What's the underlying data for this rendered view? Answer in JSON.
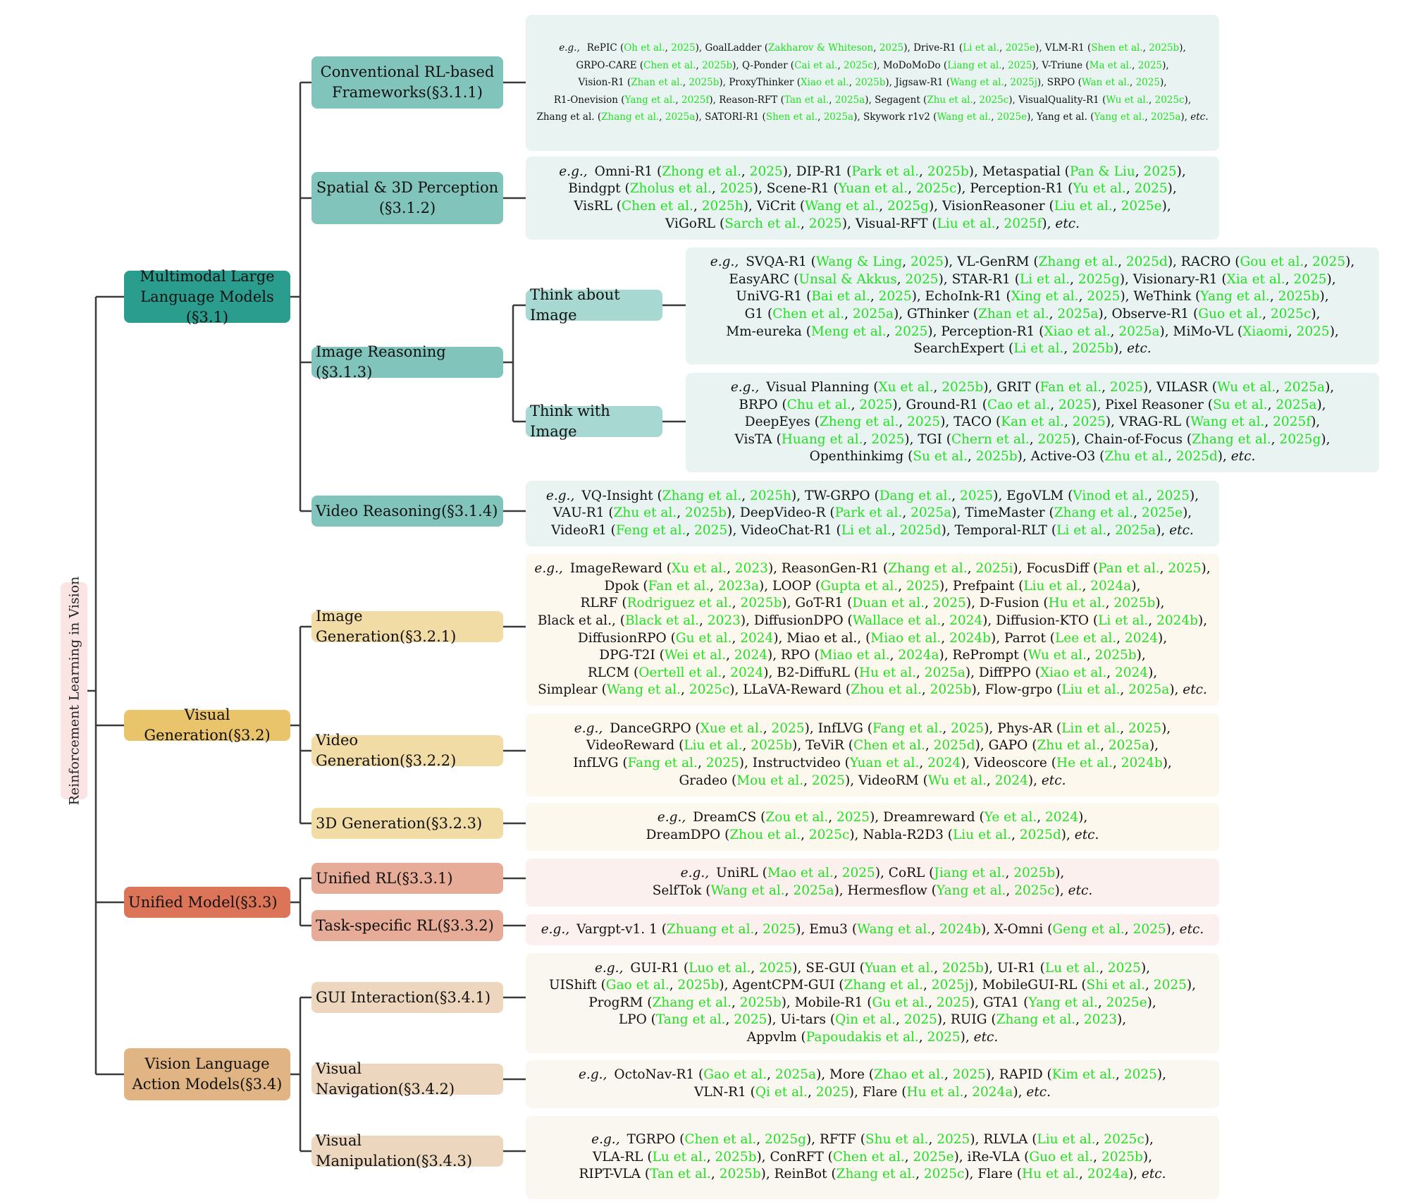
{
  "root_label": "Reinforcement Learning in Vision",
  "eg_label": "e.g.,",
  "etc_label": "etc.",
  "colors": {
    "teal_dark": "#2a9d8f",
    "teal_mid": "#80c4bb",
    "teal_light": "#a8d8d2",
    "teal_leaf": "#e9f4f2",
    "gold_dark": "#e9c46a",
    "gold_mid": "#f2dca6",
    "gold_leaf": "#fdf8ee",
    "red_dark": "#dc7458",
    "red_mid": "#e6ac98",
    "red_leaf": "#fbf0ed",
    "tan_dark": "#e0b583",
    "tan_mid": "#ecd6bd",
    "tan_leaf": "#faf6f0",
    "citation": "#22e022",
    "line": "#3a3a3a",
    "root_bg": "#fbe4e4"
  },
  "level1": {
    "mllm": "Multimodal Large Language Models (§3.1)",
    "vgen": "Visual Generation(§3.2)",
    "unified": "Unified Model(§3.3)",
    "vla": "Vision Language Action Models(§3.4)"
  },
  "level2": {
    "conv": "Conventional RL-based Frameworks(§3.1.1)",
    "spatial": "Spatial & 3D Perception (§3.1.2)",
    "imgreason": "Image Reasoning (§3.1.3)",
    "vidreason": "Video Reasoning(§3.1.4)",
    "imggen": "Image Generation(§3.2.1)",
    "vidgen": "Video Generation(§3.2.2)",
    "gen3d": "3D Generation(§3.2.3)",
    "unirl": "Unified RL(§3.3.1)",
    "taskrl": "Task-specific RL(§3.3.2)",
    "gui": "GUI Interaction(§3.4.1)",
    "nav": "Visual Navigation(§3.4.2)",
    "manip": "Visual Manipulation(§3.4.3)"
  },
  "level3": {
    "think_about": "Think about Image",
    "think_with": "Think with Image"
  },
  "leaves": {
    "conv": [
      {
        "n": "RePIC",
        "c": "Oh et al., 2025"
      },
      {
        "n": "GoalLadder",
        "c": "Zakharov & Whiteson, 2025"
      },
      {
        "n": "Drive-R1",
        "c": "Li et al., 2025e"
      },
      {
        "n": "VLM-R1",
        "c": "Shen et al., 2025b"
      },
      {
        "n": "GRPO-CARE",
        "c": "Chen et al., 2025b"
      },
      {
        "n": "Q-Ponder",
        "c": "Cai et al., 2025c"
      },
      {
        "n": "MoDoMoDo",
        "c": "Liang et al., 2025"
      },
      {
        "n": "V-Triune",
        "c": "Ma et al., 2025"
      },
      {
        "n": "Vision-R1",
        "c": "Zhan et al., 2025b"
      },
      {
        "n": "ProxyThinker",
        "c": "Xiao et al., 2025b"
      },
      {
        "n": "Jigsaw-R1",
        "c": "Wang et al., 2025j"
      },
      {
        "n": "SRPO",
        "c": "Wan et al., 2025"
      },
      {
        "n": "R1-Onevision",
        "c": "Yang et al., 2025f"
      },
      {
        "n": "Reason-RFT",
        "c": "Tan et al., 2025a"
      },
      {
        "n": "Segagent",
        "c": "Zhu et al., 2025c"
      },
      {
        "n": "VisualQuality-R1",
        "c": "Wu et al., 2025c"
      },
      {
        "n": "Zhang et al.",
        "c": "Zhang et al., 2025a"
      },
      {
        "n": "SATORI-R1",
        "c": "Shen et al., 2025a"
      },
      {
        "n": "Skywork r1v2",
        "c": "Wang et al., 2025e"
      },
      {
        "n": "Yang et al.",
        "c": "Yang et al., 2025a"
      }
    ],
    "spatial": [
      {
        "n": "Omni-R1",
        "c": "Zhong et al., 2025"
      },
      {
        "n": "DIP-R1",
        "c": "Park et al., 2025b"
      },
      {
        "n": "Metaspatial",
        "c": "Pan & Liu, 2025"
      },
      {
        "n": "Bindgpt",
        "c": "Zholus et al., 2025"
      },
      {
        "n": "Scene-R1",
        "c": "Yuan et al., 2025c"
      },
      {
        "n": "Perception-R1",
        "c": "Yu et al., 2025"
      },
      {
        "n": "VisRL",
        "c": "Chen et al., 2025h"
      },
      {
        "n": "ViCrit",
        "c": "Wang et al., 2025g"
      },
      {
        "n": "VisionReasoner",
        "c": "Liu et al., 2025e"
      },
      {
        "n": "ViGoRL",
        "c": "Sarch et al., 2025"
      },
      {
        "n": "Visual-RFT",
        "c": "Liu et al., 2025f"
      }
    ],
    "think_about": [
      {
        "n": "SVQA-R1",
        "c": "Wang & Ling, 2025"
      },
      {
        "n": "VL-GenRM",
        "c": "Zhang et al., 2025d"
      },
      {
        "n": "RACRO",
        "c": "Gou et al., 2025"
      },
      {
        "n": "EasyARC",
        "c": "Unsal & Akkus, 2025"
      },
      {
        "n": "STAR-R1",
        "c": "Li et al., 2025g"
      },
      {
        "n": "Visionary-R1",
        "c": "Xia et al., 2025"
      },
      {
        "n": "UniVG-R1",
        "c": "Bai et al., 2025"
      },
      {
        "n": "EchoInk-R1",
        "c": "Xing et al., 2025"
      },
      {
        "n": "WeThink",
        "c": "Yang et al., 2025b"
      },
      {
        "n": "G1",
        "c": "Chen et al., 2025a"
      },
      {
        "n": "GThinker",
        "c": "Zhan et al., 2025a"
      },
      {
        "n": "Observe-R1",
        "c": "Guo et al., 2025c"
      },
      {
        "n": "Mm-eureka",
        "c": "Meng et al., 2025"
      },
      {
        "n": "Perception-R1",
        "c": "Xiao et al., 2025a"
      },
      {
        "n": "MiMo-VL",
        "c": "Xiaomi, 2025"
      },
      {
        "n": "SearchExpert",
        "c": "Li et al., 2025b"
      }
    ],
    "think_with": [
      {
        "n": "Visual Planning",
        "c": "Xu et al., 2025b"
      },
      {
        "n": "GRIT",
        "c": "Fan et al., 2025"
      },
      {
        "n": "VILASR",
        "c": "Wu et al., 2025a"
      },
      {
        "n": "BRPO",
        "c": "Chu et al., 2025"
      },
      {
        "n": "Ground-R1",
        "c": "Cao et al., 2025"
      },
      {
        "n": "Pixel Reasoner",
        "c": "Su et al., 2025a"
      },
      {
        "n": "DeepEyes",
        "c": "Zheng et al., 2025"
      },
      {
        "n": "TACO",
        "c": "Kan et al., 2025"
      },
      {
        "n": "VRAG-RL",
        "c": "Wang et al., 2025f"
      },
      {
        "n": "VisTA",
        "c": "Huang et al., 2025"
      },
      {
        "n": "TGI",
        "c": "Chern et al., 2025"
      },
      {
        "n": "Chain-of-Focus",
        "c": "Zhang et al., 2025g"
      },
      {
        "n": "Openthinkimg",
        "c": "Su et al., 2025b"
      },
      {
        "n": "Active-O3",
        "c": "Zhu et al., 2025d"
      }
    ],
    "vidreason": [
      {
        "n": "VQ-Insight",
        "c": "Zhang et al., 2025h"
      },
      {
        "n": "TW-GRPO",
        "c": "Dang et al., 2025"
      },
      {
        "n": "EgoVLM",
        "c": "Vinod et al., 2025"
      },
      {
        "n": "VAU-R1",
        "c": "Zhu et al., 2025b"
      },
      {
        "n": "DeepVideo-R",
        "c": "Park et al., 2025a"
      },
      {
        "n": "TimeMaster",
        "c": "Zhang et al., 2025e"
      },
      {
        "n": "VideoR1",
        "c": "Feng et al., 2025"
      },
      {
        "n": "VideoChat-R1",
        "c": "Li et al., 2025d"
      },
      {
        "n": "Temporal-RLT",
        "c": "Li et al., 2025a"
      }
    ],
    "imggen": [
      {
        "n": "ImageReward",
        "c": "Xu et al., 2023"
      },
      {
        "n": "ReasonGen-R1",
        "c": "Zhang et al., 2025i"
      },
      {
        "n": "FocusDiff",
        "c": "Pan et al., 2025"
      },
      {
        "n": "Dpok",
        "c": "Fan et al., 2023a"
      },
      {
        "n": "LOOP",
        "c": "Gupta et al., 2025"
      },
      {
        "n": "Prefpaint",
        "c": "Liu et al., 2024a"
      },
      {
        "n": "RLRF",
        "c": "Rodriguez et al., 2025b"
      },
      {
        "n": "GoT-R1",
        "c": "Duan et al., 2025"
      },
      {
        "n": "D-Fusion",
        "c": "Hu et al., 2025b"
      },
      {
        "n": "Black et al.,",
        "c": "Black et al., 2023"
      },
      {
        "n": "DiffusionDPO",
        "c": "Wallace et al., 2024"
      },
      {
        "n": "Diffusion-KTO",
        "c": "Li et al., 2024b"
      },
      {
        "n": "DiffusionRPO",
        "c": "Gu et al., 2024"
      },
      {
        "n": "Miao et al.,",
        "c": "Miao et al., 2024b"
      },
      {
        "n": "Parrot",
        "c": "Lee et al., 2024"
      },
      {
        "n": "DPG-T2I",
        "c": "Wei et al., 2024"
      },
      {
        "n": "RPO",
        "c": "Miao et al., 2024a"
      },
      {
        "n": "RePrompt",
        "c": "Wu et al., 2025b"
      },
      {
        "n": "RLCM",
        "c": "Oertell et al., 2024"
      },
      {
        "n": "B2-DiffuRL",
        "c": "Hu et al., 2025a"
      },
      {
        "n": "DiffPPO",
        "c": "Xiao et al., 2024"
      },
      {
        "n": "Simplear",
        "c": "Wang et al., 2025c"
      },
      {
        "n": "LLaVA-Reward",
        "c": "Zhou et al., 2025b"
      },
      {
        "n": "Flow-grpo",
        "c": "Liu et al., 2025a"
      }
    ],
    "vidgen": [
      {
        "n": "DanceGRPO",
        "c": "Xue et al., 2025"
      },
      {
        "n": "InfLVG",
        "c": "Fang et al., 2025"
      },
      {
        "n": "Phys-AR",
        "c": "Lin et al., 2025"
      },
      {
        "n": "VideoReward",
        "c": "Liu et al., 2025b"
      },
      {
        "n": "TeViR",
        "c": "Chen et al., 2025d"
      },
      {
        "n": "GAPO",
        "c": "Zhu et al., 2025a"
      },
      {
        "n": "InfLVG",
        "c": "Fang et al., 2025"
      },
      {
        "n": "Instructvideo",
        "c": "Yuan et al., 2024"
      },
      {
        "n": "Videoscore",
        "c": "He et al., 2024b"
      },
      {
        "n": "Gradeo",
        "c": "Mou et al., 2025"
      },
      {
        "n": "VideoRM",
        "c": "Wu et al., 2024"
      }
    ],
    "gen3d": [
      {
        "n": "DreamCS",
        "c": "Zou et al., 2025"
      },
      {
        "n": "Dreamreward",
        "c": "Ye et al., 2024"
      },
      {
        "n": "DreamDPO",
        "c": "Zhou et al., 2025c"
      },
      {
        "n": "Nabla-R2D3",
        "c": "Liu et al., 2025d"
      }
    ],
    "unirl": [
      {
        "n": "UniRL",
        "c": "Mao et al., 2025"
      },
      {
        "n": "CoRL",
        "c": "Jiang et al., 2025b"
      },
      {
        "n": "SelfTok",
        "c": "Wang et al., 2025a"
      },
      {
        "n": "Hermesflow",
        "c": "Yang et al., 2025c"
      }
    ],
    "taskrl": [
      {
        "n": "Vargpt-v1. 1",
        "c": "Zhuang et al., 2025"
      },
      {
        "n": "Emu3",
        "c": "Wang et al., 2024b"
      },
      {
        "n": "X-Omni",
        "c": "Geng et al., 2025"
      }
    ],
    "gui": [
      {
        "n": "GUI-R1",
        "c": "Luo et al., 2025"
      },
      {
        "n": "SE-GUI",
        "c": "Yuan et al., 2025b"
      },
      {
        "n": "UI-R1",
        "c": "Lu et al., 2025"
      },
      {
        "n": "UIShift",
        "c": "Gao et al., 2025b"
      },
      {
        "n": "AgentCPM-GUI",
        "c": "Zhang et al., 2025j"
      },
      {
        "n": "MobileGUI-RL",
        "c": "Shi et al., 2025"
      },
      {
        "n": "ProgRM",
        "c": "Zhang et al., 2025b"
      },
      {
        "n": "Mobile-R1",
        "c": "Gu et al., 2025"
      },
      {
        "n": "GTA1",
        "c": "Yang et al., 2025e"
      },
      {
        "n": "LPO",
        "c": "Tang et al., 2025"
      },
      {
        "n": "Ui-tars",
        "c": "Qin et al., 2025"
      },
      {
        "n": "RUIG",
        "c": "Zhang et al., 2023"
      },
      {
        "n": "Appvlm",
        "c": "Papoudakis et al., 2025"
      }
    ],
    "nav": [
      {
        "n": "OctoNav-R1",
        "c": "Gao et al., 2025a"
      },
      {
        "n": "More",
        "c": "Zhao et al., 2025"
      },
      {
        "n": "RAPID",
        "c": "Kim et al., 2025"
      },
      {
        "n": "VLN-R1",
        "c": "Qi et al., 2025"
      },
      {
        "n": "Flare",
        "c": "Hu et al., 2024a"
      }
    ],
    "manip": [
      {
        "n": "TGRPO",
        "c": "Chen et al., 2025g"
      },
      {
        "n": "RFTF",
        "c": "Shu et al., 2025"
      },
      {
        "n": "RLVLA",
        "c": "Liu et al., 2025c"
      },
      {
        "n": "VLA-RL",
        "c": "Lu et al., 2025b"
      },
      {
        "n": "ConRFT",
        "c": "Chen et al., 2025e"
      },
      {
        "n": "iRe-VLA",
        "c": "Guo et al., 2025b"
      },
      {
        "n": "RIPT-VLA",
        "c": "Tan et al., 2025b"
      },
      {
        "n": "ReinBot",
        "c": "Zhang et al., 2025c"
      },
      {
        "n": "Flare",
        "c": "Hu et al., 2024a"
      }
    ]
  }
}
